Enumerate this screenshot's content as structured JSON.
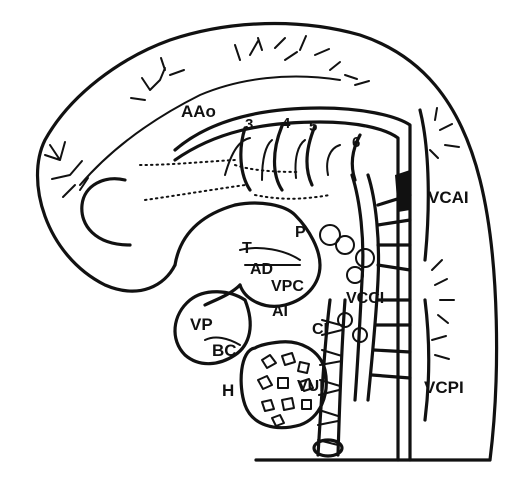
{
  "labels": {
    "aao": "AAo",
    "n3": "3",
    "n4": "4",
    "n5": "5",
    "n6": "6",
    "vcai": "VCAI",
    "p": "P",
    "t": "T",
    "ad": "AD",
    "vpc": "VPC",
    "ai": "AI",
    "vcci": "VCCI",
    "vp": "VP",
    "ci": "CI",
    "bc": "BC",
    "h": "H",
    "vui": "VUI",
    "vcpi": "VCPI"
  },
  "colors": {
    "ink": "#111111",
    "paper": "#ffffff"
  }
}
